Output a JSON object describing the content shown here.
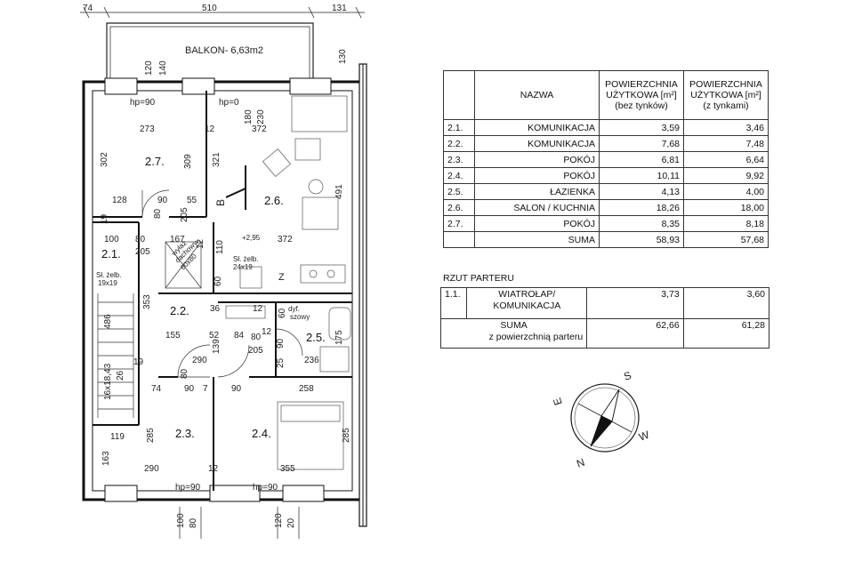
{
  "plan": {
    "balcony_label": "BALKON- 6,63m2",
    "top_dims": [
      "74",
      "510",
      "131"
    ],
    "dims": [
      "120",
      "140",
      "130",
      "hp=90",
      "hp=0",
      "180",
      "230",
      "273",
      "12",
      "372",
      "302",
      "309",
      "321",
      "491",
      "128",
      "90",
      "55",
      "80",
      "205",
      "19",
      "100",
      "80",
      "167",
      "+2,95",
      "110",
      "372",
      "205",
      "12",
      "Sł. żelb.",
      "24x19",
      "Sł. żelb.",
      "19x19",
      "486",
      "353",
      "60",
      "36",
      "60",
      "12",
      "155",
      "52",
      "84",
      "12",
      "80",
      "90",
      "139",
      "205",
      "175",
      "19",
      "290",
      "26",
      "25",
      "236",
      "74",
      "90",
      "7",
      "80",
      "90",
      "16x18,43",
      "258",
      "119",
      "285",
      "285",
      "163",
      "290",
      "12",
      "355",
      "hp=90",
      "hp=90",
      "100",
      "80",
      "120",
      "20",
      "Z",
      "wyłaz",
      "dachowy",
      "60x80",
      "dyf.",
      "szowy"
    ],
    "rooms": [
      "2.7.",
      "2.6.",
      "2.1.",
      "2.2.",
      "2.5.",
      "2.3.",
      "2.4."
    ],
    "section_mark": "B"
  },
  "table_main": {
    "headers": [
      "NAZWA",
      "POWIERZCHNIA UŻYTKOWA [m²] (bez tynków)",
      "POWIERZCHNIA UŻYTKOWA [m²] (z tynkami)"
    ],
    "rows": [
      {
        "no": "2.1.",
        "name": "KOMUNIKACJA",
        "a": "3,59",
        "b": "3,46"
      },
      {
        "no": "2.2.",
        "name": "KOMUNIKACJA",
        "a": "7,68",
        "b": "7,48"
      },
      {
        "no": "2.3.",
        "name": "POKÓJ",
        "a": "6,81",
        "b": "6,64"
      },
      {
        "no": "2.4.",
        "name": "POKÓJ",
        "a": "10,11",
        "b": "9,92"
      },
      {
        "no": "2.5.",
        "name": "ŁAZIENKA",
        "a": "4,13",
        "b": "4,00"
      },
      {
        "no": "2.6.",
        "name": "SALON / KUCHNIA",
        "a": "18,26",
        "b": "18,00"
      },
      {
        "no": "2.7.",
        "name": "POKÓJ",
        "a": "8,35",
        "b": "8,18"
      }
    ],
    "sum": {
      "label": "SUMA",
      "a": "58,93",
      "b": "57,68"
    }
  },
  "ground": {
    "title": "RZUT PARTERU",
    "row": {
      "no": "1.1.",
      "name_line1": "WIATROŁAP/",
      "name_line2": "KOMUNIKACJA",
      "a": "3,73",
      "b": "3,60"
    },
    "sum": {
      "label_line1": "SUMA",
      "label_line2": "z powierzchnią parteru",
      "a": "62,66",
      "b": "61,28"
    }
  },
  "compass": {
    "S": "S",
    "W": "W",
    "N": "N",
    "E": "E"
  }
}
